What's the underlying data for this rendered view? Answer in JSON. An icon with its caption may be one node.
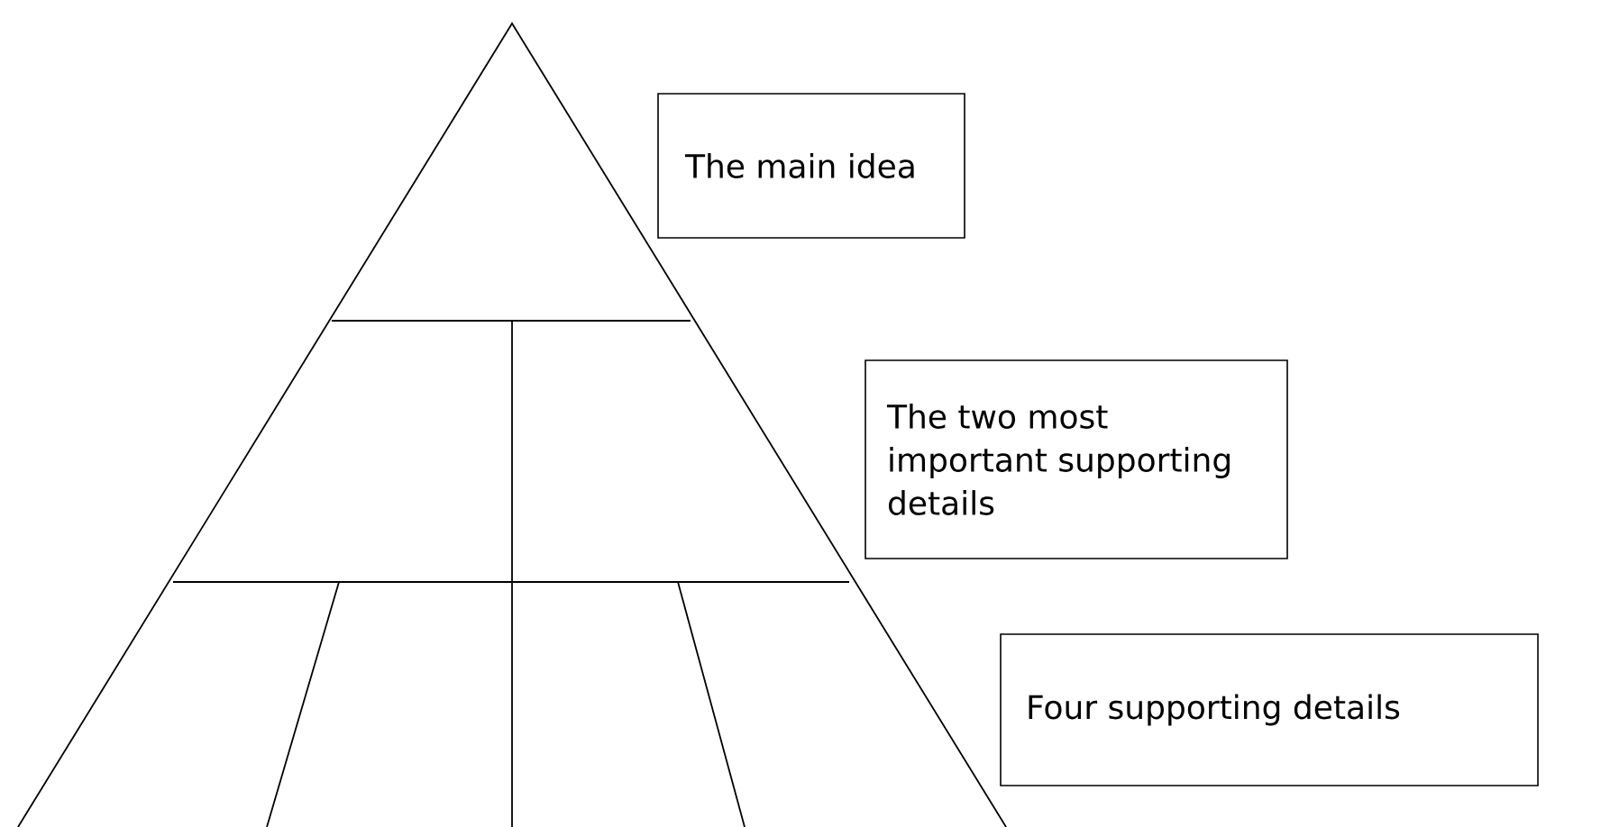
{
  "diagram": {
    "nodes": [
      {
        "text": [
          "The main idea"
        ]
      },
      {
        "text": [
          "The two most important supporting details"
        ]
      },
      {
        "text": [
          "Four supporting details"
        ]
      }
    ]
  }
}
